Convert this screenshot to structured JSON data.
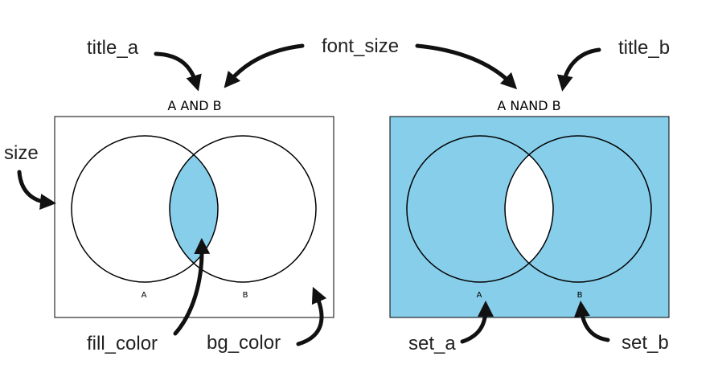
{
  "colors": {
    "fill_color": "#87CEEB",
    "bg_white": "#ffffff",
    "outline": "#000000",
    "arrow": "#111111"
  },
  "panels": [
    {
      "id": "and",
      "title": "A AND B",
      "set_a": "A",
      "set_b": "B",
      "background": "white",
      "filled_region": "intersection"
    },
    {
      "id": "nand",
      "title": "A NAND B",
      "set_a": "A",
      "set_b": "B",
      "background": "fill_color",
      "filled_region": "all-except-intersection"
    }
  ],
  "annotations": {
    "title_a": "title_a",
    "font_size": "font_size",
    "title_b": "title_b",
    "size": "size",
    "fill_color": "fill_color",
    "bg_color": "bg_color",
    "set_a": "set_a",
    "set_b": "set_b"
  }
}
